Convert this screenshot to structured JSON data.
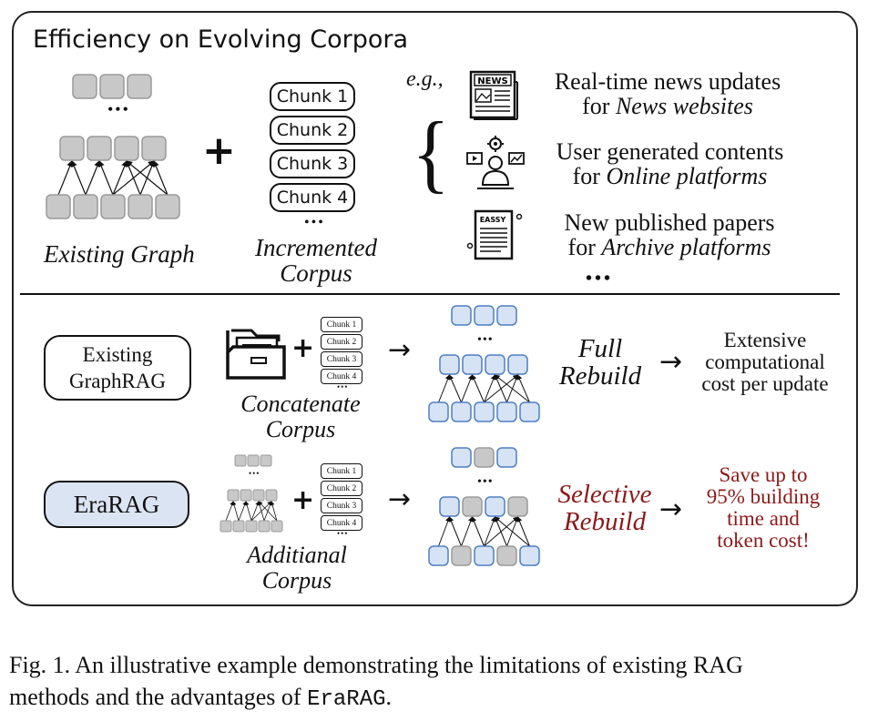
{
  "heading": "Efficiency on Evolving Corpora",
  "existing_graph_label": "Existing Graph",
  "plus": "+",
  "ellipsis": "•••",
  "incremented_corpus_label": [
    "Incremented",
    "Corpus"
  ],
  "chunks": [
    "Chunk 1",
    "Chunk 2",
    "Chunk 3",
    "Chunk 4"
  ],
  "eg": "e.g.,",
  "examples": [
    {
      "icon": "newspaper-icon",
      "icon_text": "NEWS",
      "line1": "Real-time news updates",
      "prefix": "for ",
      "emph": "News websites"
    },
    {
      "icon": "user-content-icon",
      "icon_text": "",
      "line1": "User generated contents",
      "prefix": "for ",
      "emph": "Online platforms"
    },
    {
      "icon": "paper-document-icon",
      "icon_text": "EASSY",
      "line1": "New published papers",
      "prefix": "for ",
      "emph": "Archive platforms"
    }
  ],
  "rows": [
    {
      "method": [
        "Existing",
        "GraphRAG"
      ],
      "method_fill": "#ffffff",
      "corpus_label": [
        "Concatenate",
        "Corpus"
      ],
      "rebuild": [
        "Full",
        "Rebuild"
      ],
      "rebuild_color": "#111111",
      "outcome": [
        "Extensive",
        "computational",
        "cost per update"
      ],
      "outcome_color": "#111111"
    },
    {
      "method": [
        "EraRAG"
      ],
      "method_fill": "#dbe4f3",
      "corpus_label": [
        "Additianal",
        "Corpus"
      ],
      "rebuild": [
        "Selective",
        "Rebuild"
      ],
      "rebuild_color": "#8b1a1a",
      "outcome": [
        "Save up to",
        "95% building",
        "time and",
        "token cost!"
      ],
      "outcome_color": "#8b1a1a"
    }
  ],
  "arrow": "→",
  "caption": {
    "prefix": "Fig. 1.  An illustrative example demonstrating the limitations of existing RAG",
    "line2": "methods and the advantages of ",
    "system_name": "EraRAG",
    "end": "."
  },
  "colors": {
    "gray_node": "#c8c8c8",
    "blue_node": "#d6e3f5",
    "blue_border": "#4f7fc4",
    "accent_red": "#8b1a1a"
  }
}
